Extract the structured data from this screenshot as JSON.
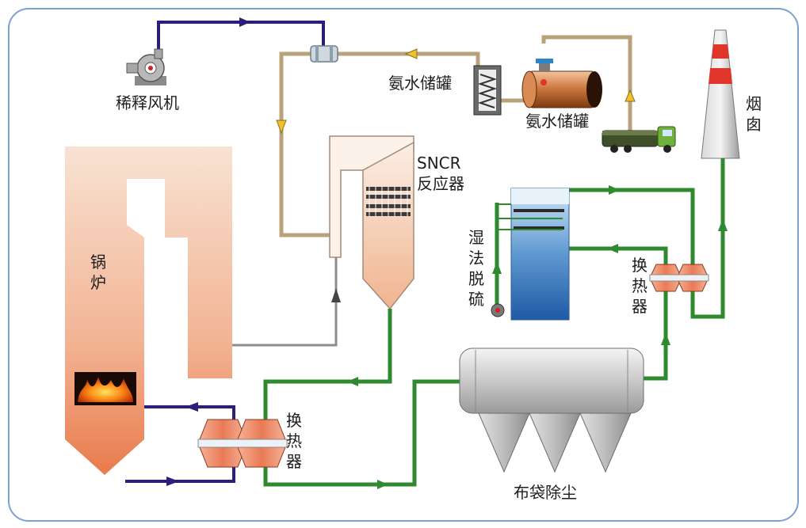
{
  "labels": {
    "fan": "稀释风机",
    "tank_left": "氨水储罐",
    "tank_right": "氨水储罐",
    "chimney": "烟囱",
    "sncr_line1": "SNCR",
    "sncr_line2": "反应器",
    "boiler": "锅炉",
    "wet_fgd": "湿法脱硫",
    "hx_right": "换热器",
    "hx_left": "换热器",
    "baghouse": "布袋除尘"
  },
  "colors": {
    "flue_gas_line": "#2f8a2f",
    "air_line": "#2a1f7a",
    "ammonia_line": "#b8a27a",
    "boiler_top": "#f7dccb",
    "boiler_bottom": "#ea8a5e",
    "chimney_red": "#e0352b",
    "frame_border": "#7ea1cf"
  },
  "icons": {
    "fan": "fan-icon",
    "flame": "flame-icon",
    "truck": "tanker-truck-icon",
    "pump": "pump-icon"
  }
}
